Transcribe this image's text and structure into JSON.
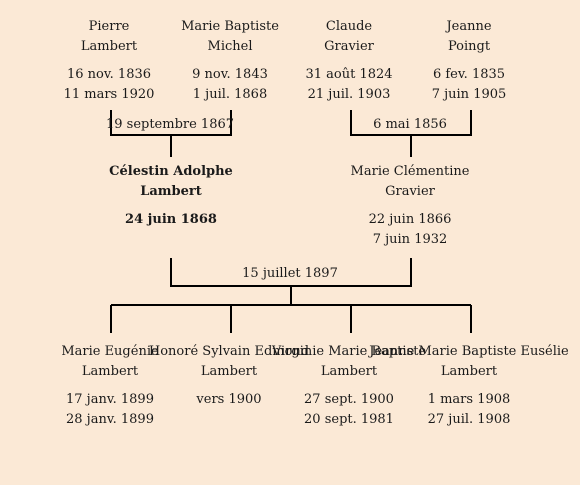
{
  "grandparents_paternal": {
    "father": {
      "first": "Pierre",
      "last": "Lambert",
      "birth": "16 nov. 1836",
      "death": "11 mars 1920"
    },
    "mother": {
      "first": "Marie Baptiste",
      "last": "Michel",
      "birth": "9 nov. 1843",
      "death": "1 juil. 1868"
    },
    "marriage": "19 septembre 1867"
  },
  "grandparents_maternal": {
    "father": {
      "first": "Claude",
      "last": "Gravier",
      "birth": "31 août 1824",
      "death": "21 juil. 1903"
    },
    "mother": {
      "first": "Jeanne",
      "last": "Poingt",
      "birth": "6 fev. 1835",
      "death": "7 juin 1905"
    },
    "marriage": "6 mai 1856"
  },
  "parents": {
    "father": {
      "first": "Célestin Adolphe",
      "last": "Lambert",
      "birth": "24 juin 1868"
    },
    "mother": {
      "first": "Marie Clémentine",
      "last": "Gravier",
      "birth": "22 juin 1866",
      "death": "7 juin 1932"
    },
    "marriage": "15 juillet 1897"
  },
  "children": [
    {
      "first": "Marie Eugénie",
      "last": "Lambert",
      "birth": "17 janv. 1899",
      "death": "28 janv. 1899"
    },
    {
      "first": "Honoré Sylvain Edmond",
      "last": "Lambert",
      "birth": "vers 1900",
      "death": ""
    },
    {
      "first": "Virginie Marie Baptiste",
      "last": "Lambert",
      "birth": "27 sept. 1900",
      "death": "20 sept. 1981"
    },
    {
      "first": "Jeanne Marie Baptiste Eusélie",
      "last": "Lambert",
      "birth": "1 mars 1908",
      "death": "27 juil. 1908"
    }
  ]
}
